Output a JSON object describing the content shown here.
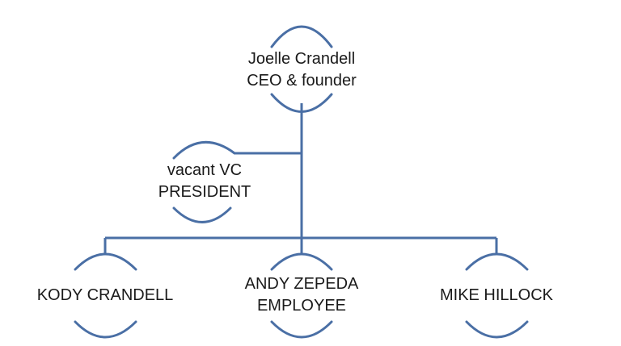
{
  "diagram": {
    "type": "org-chart",
    "accent_color": "#4a6fa5",
    "nodes": [
      {
        "id": "ceo",
        "line1": "Joelle Crandell",
        "line2": "CEO & founder"
      },
      {
        "id": "vc",
        "line1": "vacant VC",
        "line2": "PRESIDENT"
      },
      {
        "id": "kody",
        "line1": "KODY CRANDELL",
        "line2": ""
      },
      {
        "id": "andy",
        "line1": "ANDY ZEPEDA",
        "line2": "EMPLOYEE"
      },
      {
        "id": "mike",
        "line1": "MIKE HILLOCK",
        "line2": ""
      }
    ],
    "edges": [
      {
        "from": "ceo",
        "to": "vc"
      },
      {
        "from": "ceo",
        "to": "kody"
      },
      {
        "from": "ceo",
        "to": "andy"
      },
      {
        "from": "ceo",
        "to": "mike"
      }
    ]
  }
}
